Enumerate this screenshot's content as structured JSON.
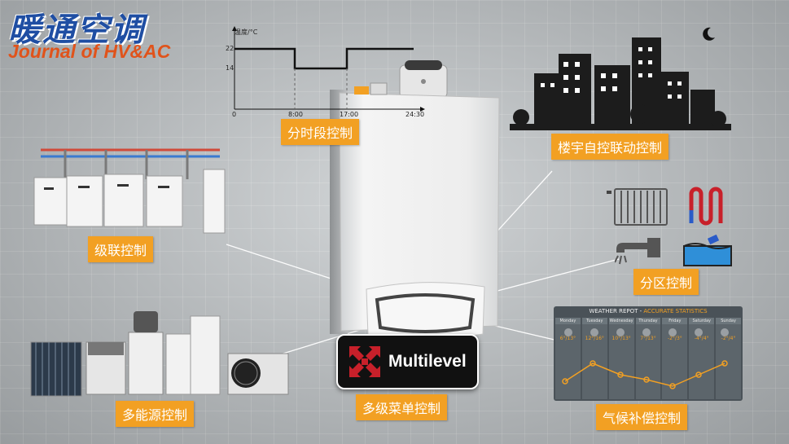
{
  "logo": {
    "cn": "暖通空调",
    "en": "Journal of HV&AC"
  },
  "schedule_chart": {
    "ylabel": "温度/°C",
    "y_ticks": [
      "22",
      "14"
    ],
    "x_ticks": [
      "0",
      "8:00",
      "17:00",
      "24:30"
    ]
  },
  "labels": {
    "time_control": "分时段控制",
    "building_control": "楼宇自控联动控制",
    "cascade_control": "级联控制",
    "zone_control": "分区控制",
    "multi_energy_control": "多能源控制",
    "multilevel_menu_control": "多级菜单控制",
    "weather_compensation_control": "气候补偿控制"
  },
  "badge": {
    "text": "Multilevel"
  },
  "weather_panel": {
    "title_main": "WEATHER REPOT - ",
    "title_accent": "ACCURATE STATISTICS",
    "days": [
      "Monday",
      "Tuesday",
      "Wednesday",
      "Thursday",
      "Friday",
      "Saturday",
      "Sunday"
    ],
    "temps": [
      "6°/13°",
      "12°/16°",
      "10°/13°",
      "7°/13°",
      "-2°/3°",
      "-4°/4°",
      "-2°/4°"
    ]
  },
  "colors": {
    "label_bg": "#f2a023",
    "logo_blue": "#1f4ea3",
    "logo_orange": "#e0531b",
    "badge_icon_red": "#c8202a"
  }
}
